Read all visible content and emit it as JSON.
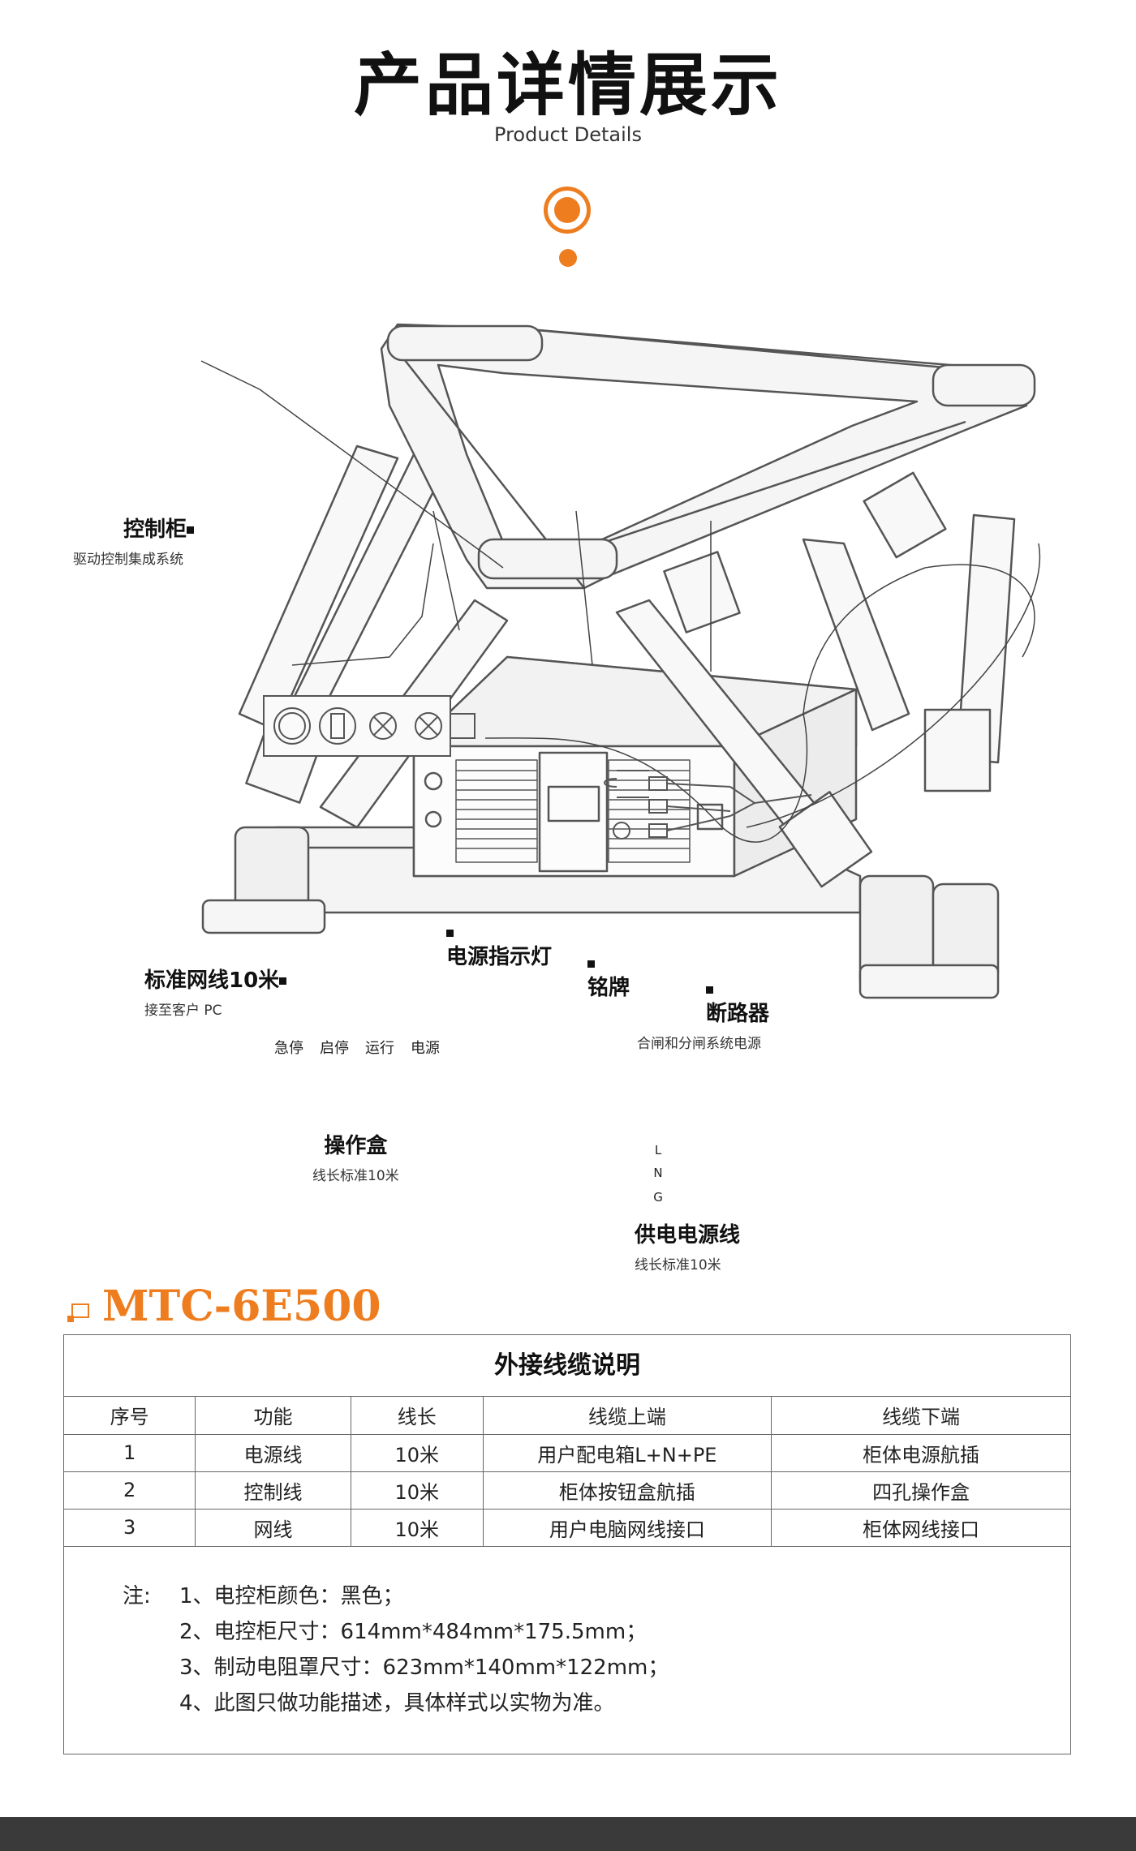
{
  "header": {
    "title": "产品详情展示",
    "subtitle": "Product Details"
  },
  "callouts": {
    "control_cabinet": {
      "label": "控制柜",
      "sub": "驱动控制集成系统"
    },
    "network_cable": {
      "label": "标准网线10米",
      "sub": "接至客户 PC"
    },
    "power_light": {
      "label": "电源指示灯"
    },
    "nameplate": {
      "label": "铭牌"
    },
    "breaker": {
      "label": "断路器",
      "sub": "合闸和分闸系统电源"
    },
    "op_box": {
      "label": "操作盒",
      "sub": "线长标准10米"
    },
    "power_cable": {
      "label": "供电电源线",
      "sub": "线长标准10米"
    }
  },
  "op_box_buttons": [
    "急停",
    "启停",
    "运行",
    "电源"
  ],
  "power_wires": [
    "L",
    "N",
    "G"
  ],
  "model": "MTC-6E500",
  "table": {
    "title": "外接线缆说明",
    "headers": [
      "序号",
      "功能",
      "线长",
      "线缆上端",
      "线缆下端"
    ],
    "rows": [
      [
        "1",
        "电源线",
        "10米",
        "用户配电箱L+N+PE",
        "柜体电源航插"
      ],
      [
        "2",
        "控制线",
        "10米",
        "柜体按钮盒航插",
        "四孔操作盒"
      ],
      [
        "3",
        "网线",
        "10米",
        "用户电脑网线接口",
        "柜体网线接口"
      ]
    ]
  },
  "notes": {
    "head": "注:",
    "items": [
      "1、电控柜颜色：黑色；",
      "2、电控柜尺寸：614mm*484mm*175.5mm；",
      "3、制动电阻罩尺寸：623mm*140mm*122mm；",
      "4、此图只做功能描述，具体样式以实物为准。"
    ]
  },
  "colors": {
    "accent": "#ee7d1f",
    "text": "#111111",
    "line": "#666666"
  }
}
